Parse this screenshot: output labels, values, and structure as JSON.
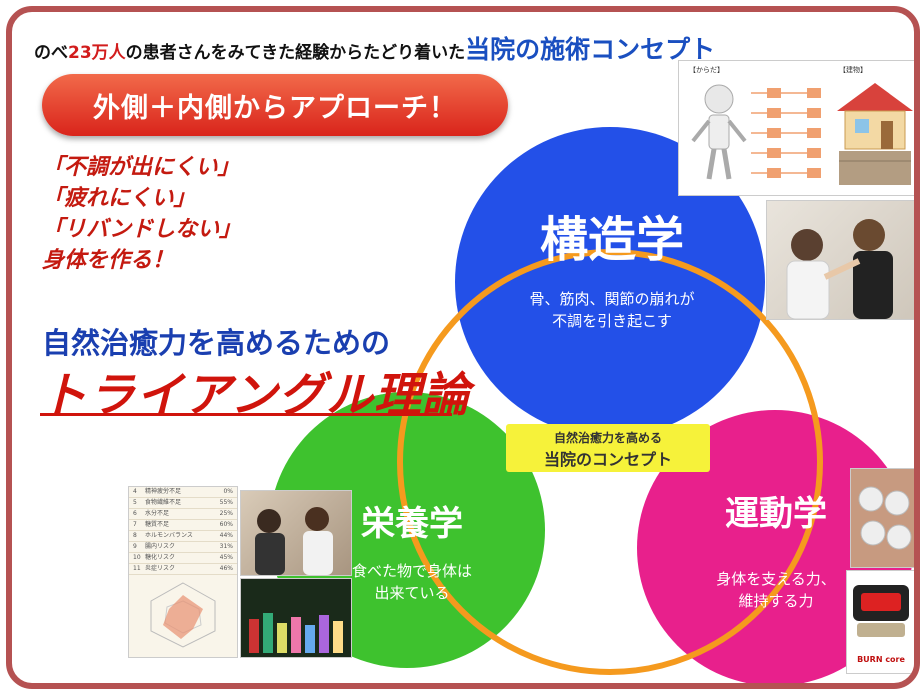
{
  "header": {
    "prefix": "のべ",
    "count": "23万人",
    "middle": "の患者さんをみてきた経験からたどり着いた",
    "concept_title": "当院の施術コンセプト"
  },
  "approach_pill": "外側＋内側からアプローチ！",
  "goals": [
    "「不調が出にくい」",
    "「疲れにくい」",
    "「リバンドしない」",
    "身体を作る！"
  ],
  "triangle_heading": {
    "line1": "自然治癒力を高めるための",
    "line2": "トライアングル理論"
  },
  "circles": {
    "structure": {
      "title": "構造学",
      "desc1": "骨、筋肉、関節の崩れが",
      "desc2": "不調を引き起こす",
      "color": "#2350e8"
    },
    "nutrition": {
      "title": "栄養学",
      "desc1": "食べた物で身体は",
      "desc2": "出来ている",
      "color": "#3ec22e"
    },
    "exercise": {
      "title": "運動学",
      "desc1": "身体を支える力、",
      "desc2": "維持する力",
      "color": "#e8208c"
    }
  },
  "concept_box": {
    "small": "自然治癒力を高める",
    "big": "当院のコンセプト"
  },
  "diagram": {
    "left_label": "【からだ】",
    "right_label": "【建物】"
  },
  "device": {
    "label": "BURN core"
  },
  "nutrition_list": {
    "rows": [
      [
        "4",
        "精神疲労不足",
        "0%"
      ],
      [
        "5",
        "食物繊維不足",
        "55%"
      ],
      [
        "6",
        "水分不足",
        "25%"
      ],
      [
        "7",
        "糖質不足",
        "60%"
      ],
      [
        "8",
        "ホルモンバランス",
        "44%"
      ],
      [
        "9",
        "腸内リスク",
        "31%"
      ],
      [
        "10",
        "糖化リスク",
        "45%"
      ],
      [
        "11",
        "炎症リスク",
        "46%"
      ]
    ]
  },
  "colors": {
    "frame": "#b55252",
    "triangle": "#f59a1e",
    "accent_red": "#d0140c",
    "accent_blue": "#1a4fc0"
  }
}
